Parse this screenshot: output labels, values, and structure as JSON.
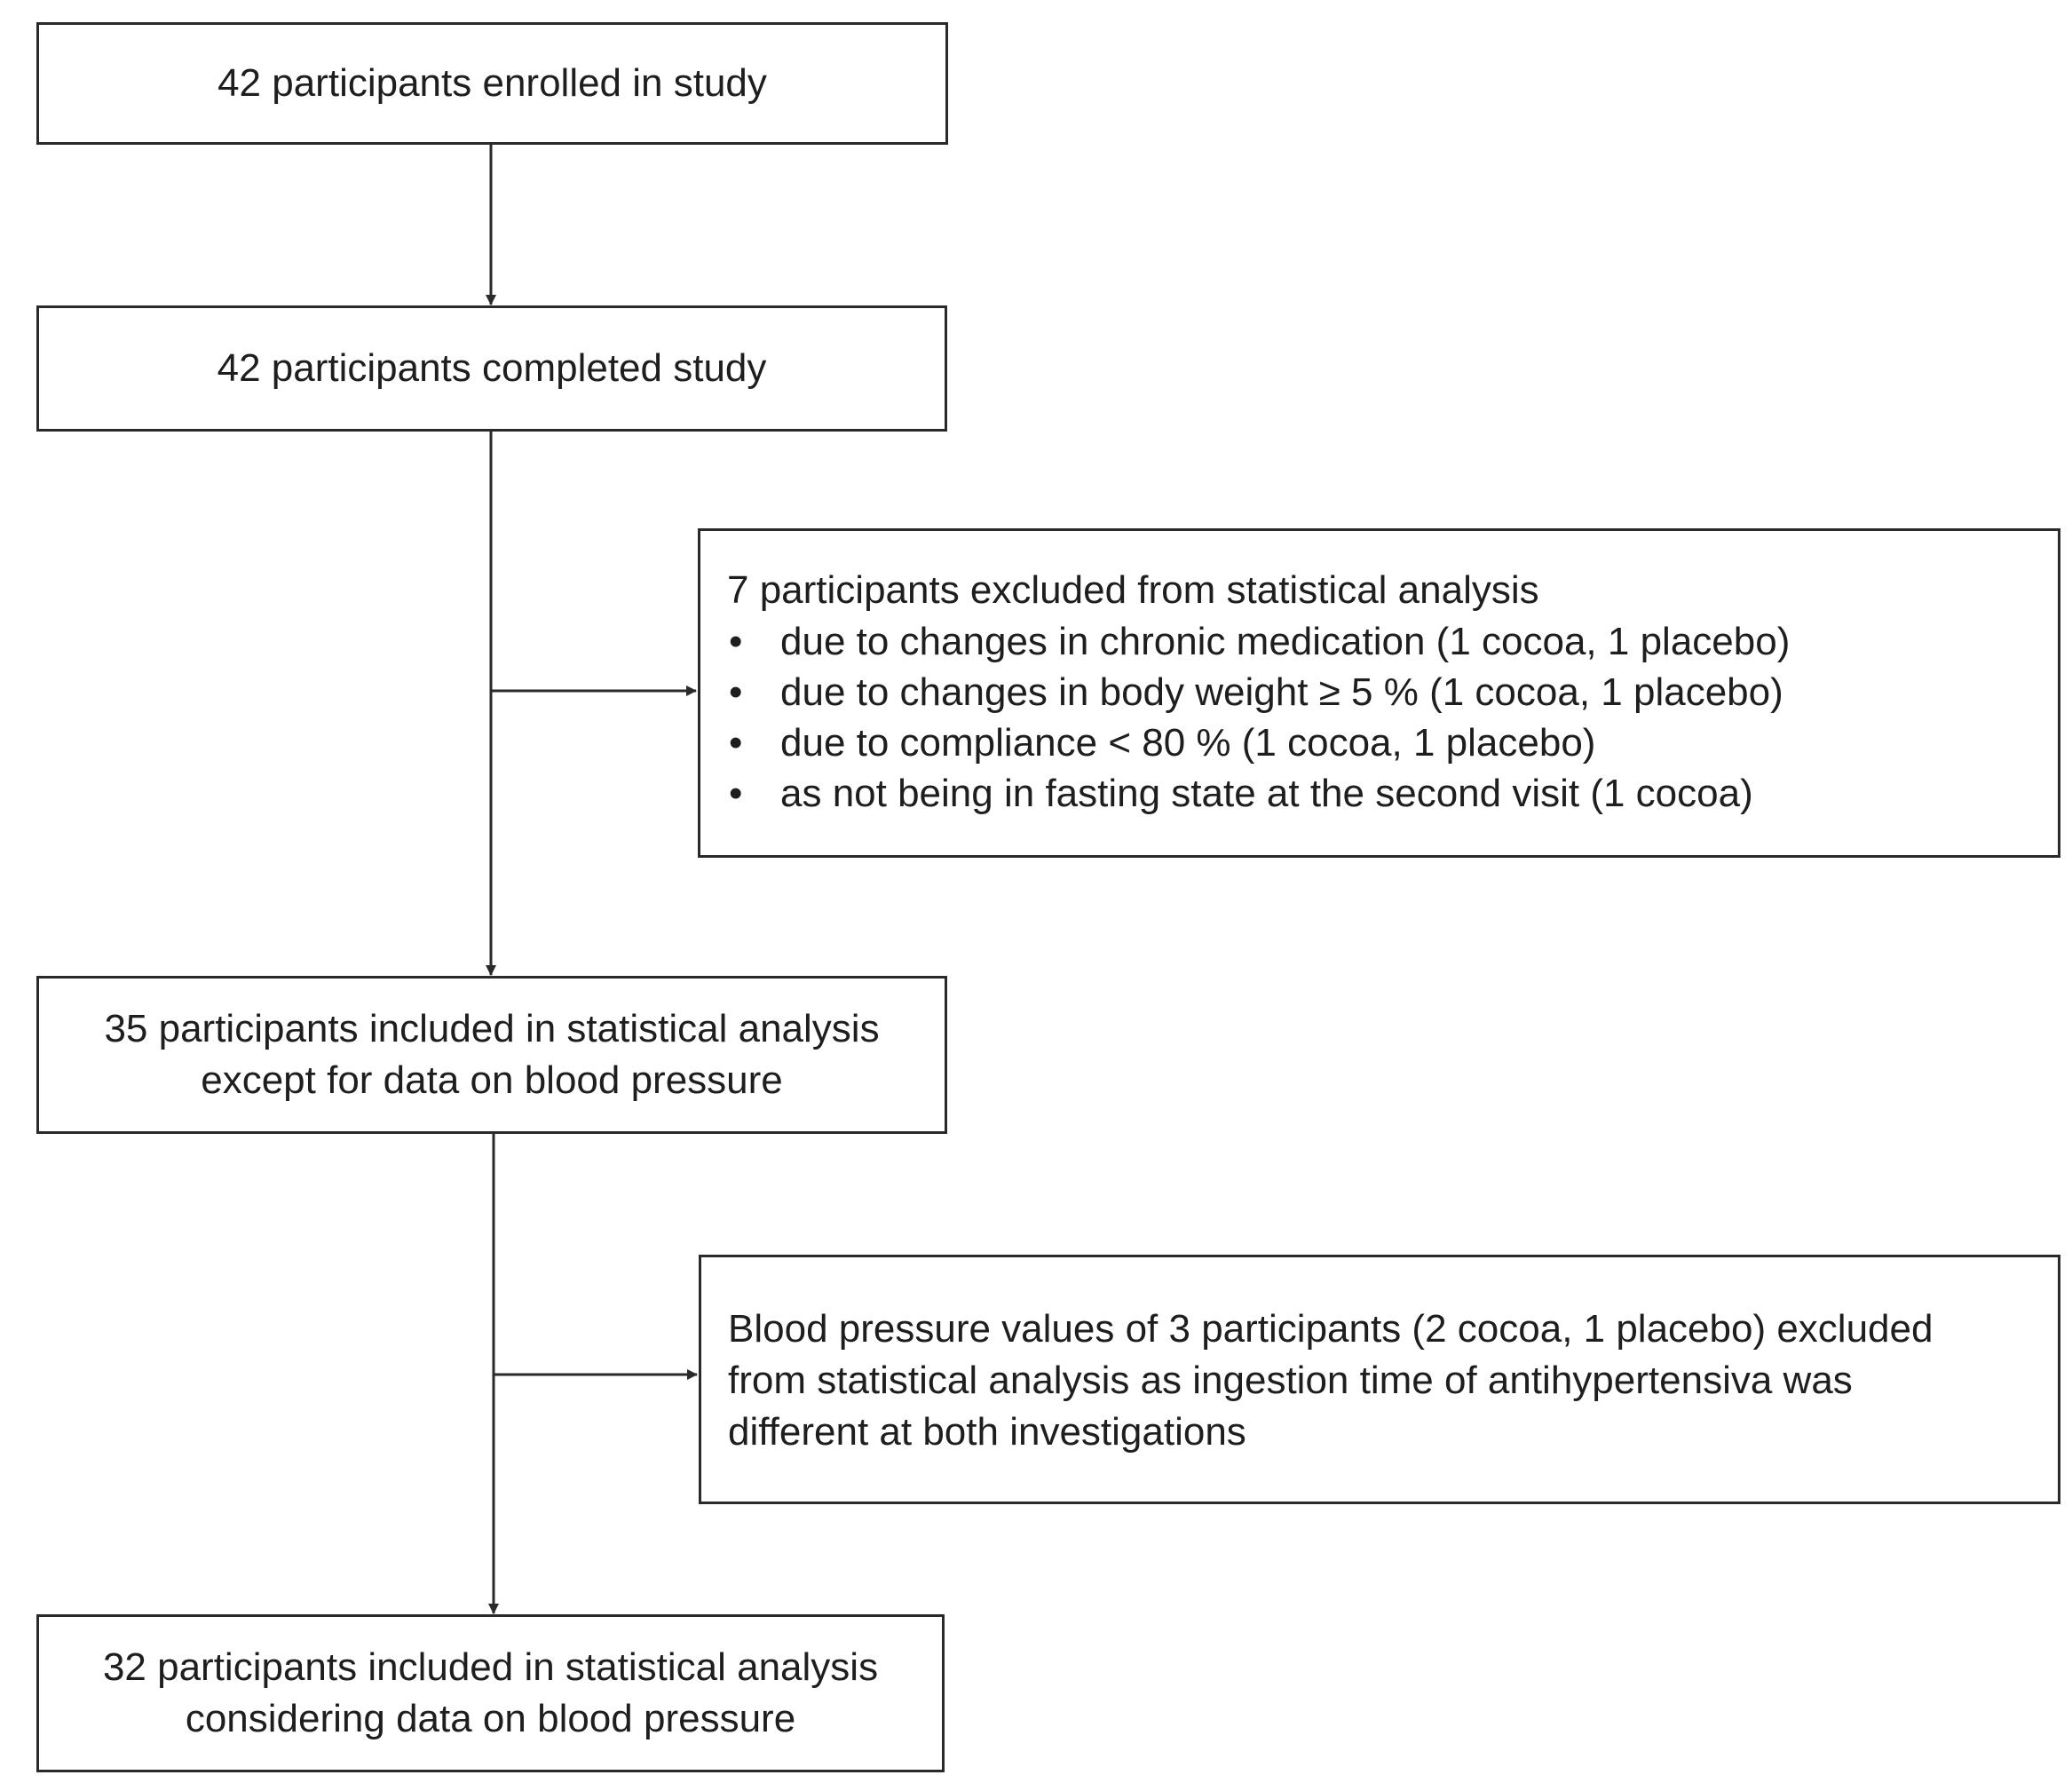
{
  "flow": {
    "enrolled": "42 participants enrolled in study",
    "completed": "42 participants completed study",
    "excluded": {
      "title": "7 participants excluded from statistical analysis",
      "bullet_glyph": "•",
      "reasons": [
        "due to changes in chronic medication (1 cocoa, 1 placebo)",
        "due to changes in body weight ≥ 5 % (1 cocoa, 1 placebo)",
        "due to compliance < 80 % (1 cocoa, 1 placebo)",
        "as not being in fasting state at the second visit (1 cocoa)"
      ]
    },
    "included_35": {
      "line1": "35 participants included in statistical analysis",
      "line2": "except for data on blood pressure"
    },
    "bp_excluded": {
      "line1": "Blood pressure values of 3 participants (2 cocoa, 1 placebo) excluded",
      "line2": "from statistical analysis as ingestion time of antihypertensiva was",
      "line3": "different at both investigations"
    },
    "included_32": {
      "line1": "32 participants included in statistical analysis",
      "line2": "considering data on blood pressure"
    }
  }
}
